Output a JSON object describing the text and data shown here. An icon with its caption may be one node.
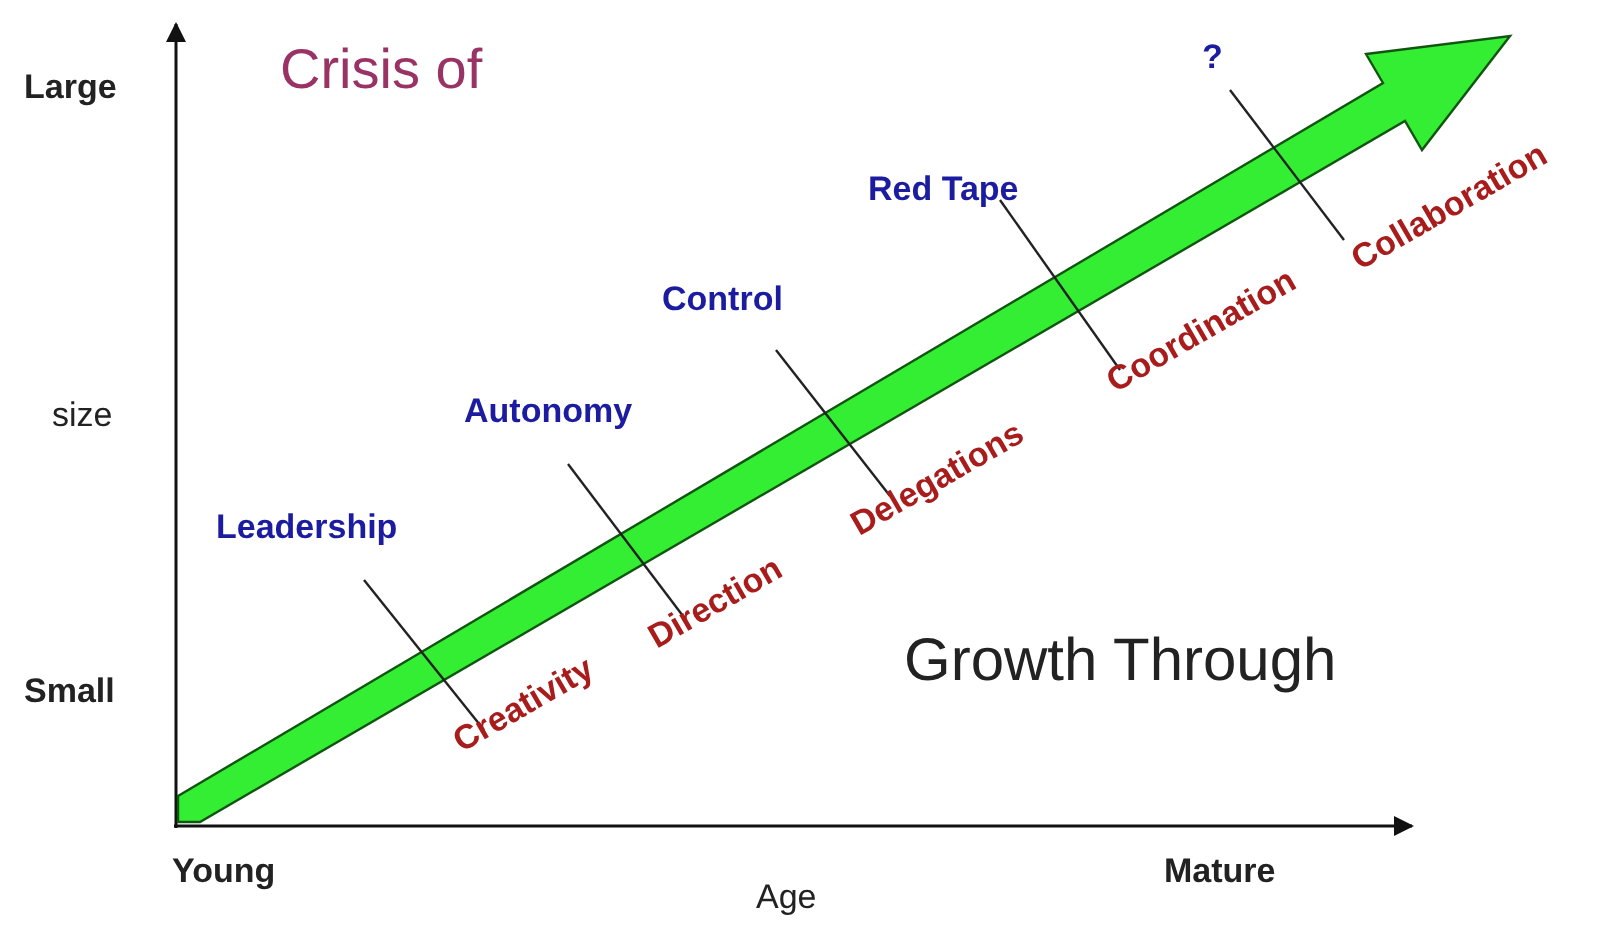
{
  "diagram": {
    "labels": [
      "Large",
      "Crisis of",
      "?",
      "Red Tape",
      "Control",
      "size",
      "Autonomy",
      "Leadership",
      "Creativity",
      "Direction",
      "Delegations",
      "Coordination",
      "Collaboration",
      "Small",
      "Growth Through",
      "Young",
      "Mature",
      "Age"
    ]
  }
}
